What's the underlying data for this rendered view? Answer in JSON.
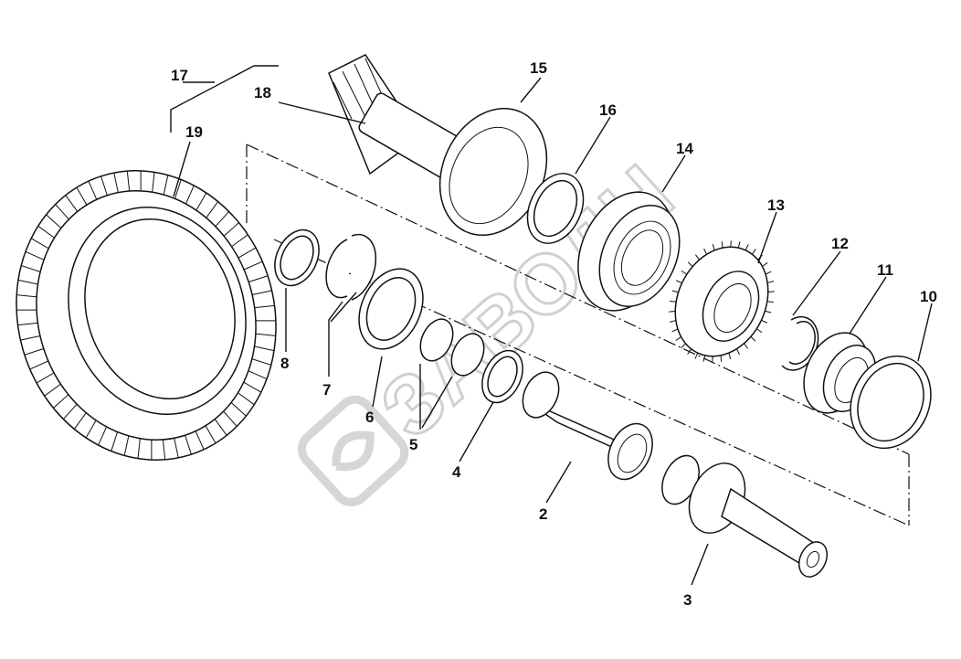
{
  "watermark": {
    "text": "ЗАВОДН"
  },
  "callouts": [
    {
      "id": "1",
      "label": "17"
    },
    {
      "id": "2",
      "label": "18"
    },
    {
      "id": "3",
      "label": "19"
    },
    {
      "id": "4",
      "label": "15"
    },
    {
      "id": "5",
      "label": "16"
    },
    {
      "id": "6",
      "label": "14"
    },
    {
      "id": "7",
      "label": "13"
    },
    {
      "id": "8",
      "label": "12"
    },
    {
      "id": "9",
      "label": "11"
    },
    {
      "id": "10",
      "label": "10"
    },
    {
      "id": "11",
      "label": "8"
    },
    {
      "id": "12",
      "label": "7"
    },
    {
      "id": "13",
      "label": "6"
    },
    {
      "id": "14",
      "label": "5"
    },
    {
      "id": "15",
      "label": "4"
    },
    {
      "id": "16",
      "label": "2"
    },
    {
      "id": "17",
      "label": "3"
    }
  ]
}
